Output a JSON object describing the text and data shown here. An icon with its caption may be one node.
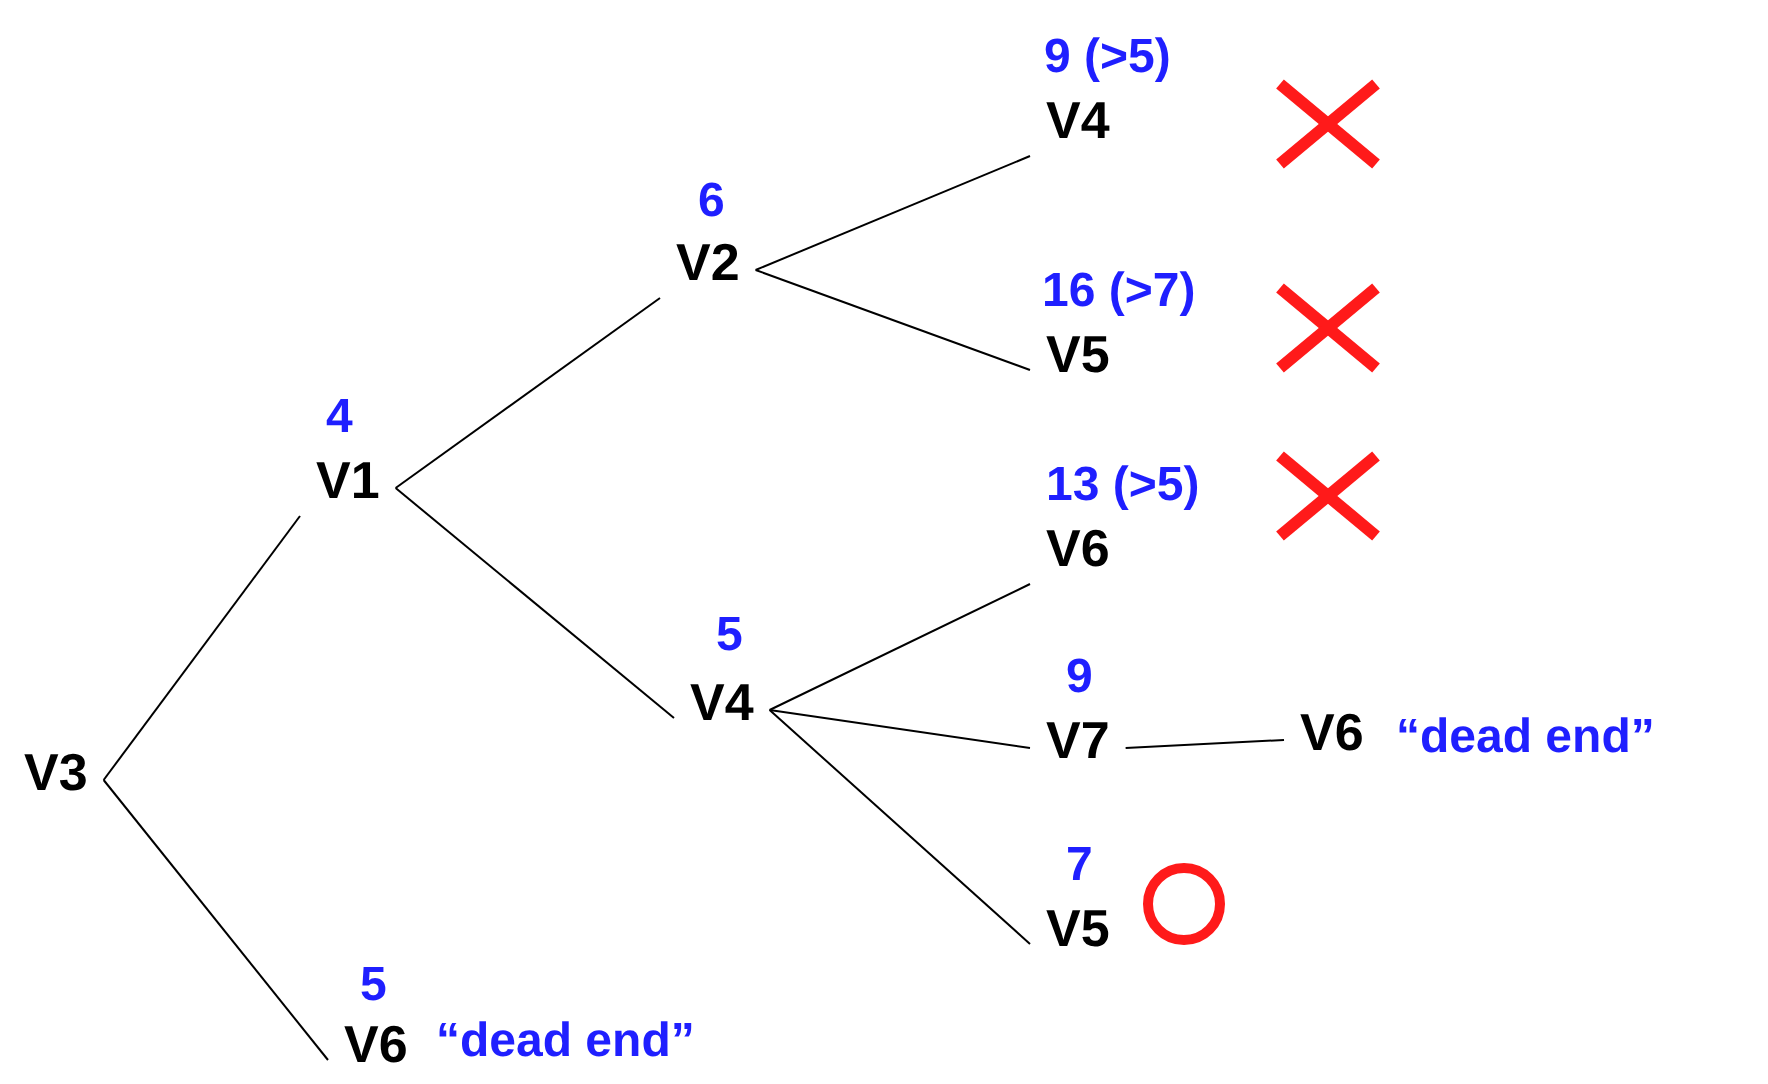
{
  "diagram": {
    "nodes": [
      {
        "text": [
          "V3"
        ]
      },
      {
        "text": [
          "V1"
        ],
        "beside": [
          "4"
        ]
      },
      {
        "text": [
          "V6"
        ],
        "beside": [
          "5",
          "“dead end”"
        ]
      },
      {
        "text": [
          "V2"
        ],
        "beside": [
          "6"
        ]
      },
      {
        "text": [
          "V4"
        ],
        "beside": [
          "5"
        ]
      },
      {
        "text": [
          "V4"
        ],
        "beside": [
          "9 (>5)"
        ]
      },
      {
        "text": [
          "V5"
        ],
        "beside": [
          "16 (>7)"
        ]
      },
      {
        "text": [
          "V6"
        ],
        "beside": [
          "13 (>5)"
        ]
      },
      {
        "text": [
          "V7"
        ],
        "beside": [
          "9"
        ]
      },
      {
        "text": [
          "V5"
        ],
        "beside": [
          "7"
        ]
      },
      {
        "text": [
          "V6"
        ],
        "beside": [
          "“dead end”"
        ]
      }
    ],
    "edges": [
      {
        "from": 0,
        "to": 1,
        "arrow": "none"
      },
      {
        "from": 0,
        "to": 2,
        "arrow": "none"
      },
      {
        "from": 1,
        "to": 3,
        "arrow": "none"
      },
      {
        "from": 1,
        "to": 4,
        "arrow": "none"
      },
      {
        "from": 3,
        "to": 5,
        "arrow": "none"
      },
      {
        "from": 3,
        "to": 6,
        "arrow": "none"
      },
      {
        "from": 4,
        "to": 7,
        "arrow": "none"
      },
      {
        "from": 4,
        "to": 8,
        "arrow": "none"
      },
      {
        "from": 4,
        "to": 9,
        "arrow": "none"
      },
      {
        "from": 8,
        "to": 10,
        "arrow": "none"
      }
    ]
  }
}
